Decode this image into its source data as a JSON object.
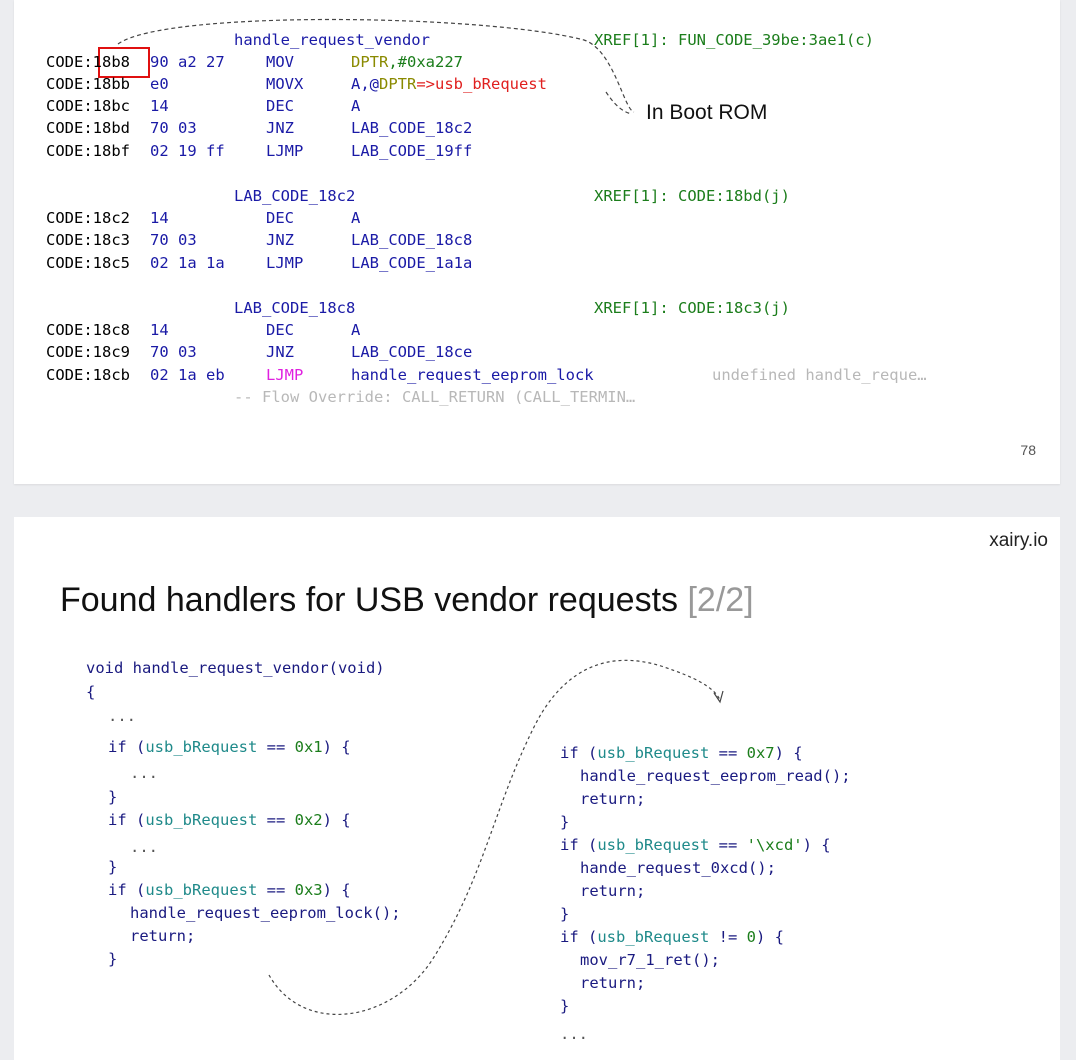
{
  "slide1": {
    "labels": {
      "vendor": "handle_request_vendor",
      "lab18c2": "LAB_CODE_18c2",
      "lab18c8": "LAB_CODE_18c8"
    },
    "xrefs": {
      "vendor": "XREF[1]: FUN_CODE_39be:3ae1(c)",
      "lab18c2": "XREF[1]: CODE:18bd(j)",
      "lab18c8": "XREF[1]: CODE:18c3(j)"
    },
    "rows": [
      {
        "addr_prefix": "CODE:",
        "addr": "18b8",
        "bytes": "90 a2 27",
        "mnemonic": "MOV",
        "op_a": "DPTR",
        "op_b": ",#0xa227"
      },
      {
        "addr_prefix": "CODE:",
        "addr": "18bb",
        "bytes": "e0",
        "mnemonic": "MOVX",
        "op_a": "A,@",
        "op_b": "DPTR=>usb_bRequest"
      },
      {
        "addr_prefix": "CODE:",
        "addr": "18bc",
        "bytes": "14",
        "mnemonic": "DEC",
        "op_a": "A",
        "op_b": ""
      },
      {
        "addr_prefix": "CODE:",
        "addr": "18bd",
        "bytes": "70 03",
        "mnemonic": "JNZ",
        "op_a": "LAB_CODE_18c2",
        "op_b": ""
      },
      {
        "addr_prefix": "CODE:",
        "addr": "18bf",
        "bytes": "02 19 ff",
        "mnemonic": "LJMP",
        "op_a": "LAB_CODE_19ff",
        "op_b": ""
      },
      {
        "addr_prefix": "CODE:",
        "addr": "18c2",
        "bytes": "14",
        "mnemonic": "DEC",
        "op_a": "A",
        "op_b": ""
      },
      {
        "addr_prefix": "CODE:",
        "addr": "18c3",
        "bytes": "70 03",
        "mnemonic": "JNZ",
        "op_a": "LAB_CODE_18c8",
        "op_b": ""
      },
      {
        "addr_prefix": "CODE:",
        "addr": "18c5",
        "bytes": "02 1a 1a",
        "mnemonic": "LJMP",
        "op_a": "LAB_CODE_1a1a",
        "op_b": ""
      },
      {
        "addr_prefix": "CODE:",
        "addr": "18c8",
        "bytes": "14",
        "mnemonic": "DEC",
        "op_a": "A",
        "op_b": ""
      },
      {
        "addr_prefix": "CODE:",
        "addr": "18c9",
        "bytes": "70 03",
        "mnemonic": "JNZ",
        "op_a": "LAB_CODE_18ce",
        "op_b": ""
      },
      {
        "addr_prefix": "CODE:",
        "addr": "18cb",
        "bytes": "02 1a eb",
        "mnemonic": "LJMP",
        "op_a": "handle_request_eeprom_lock",
        "op_b": ""
      }
    ],
    "comment_right": "undefined handle_reque…",
    "flow_override": "-- Flow Override: CALL_RETURN (CALL_TERMIN…",
    "annotation": "In Boot ROM",
    "page_number": "78"
  },
  "slide2": {
    "brand": "xairy.io",
    "title": "Found handlers for USB vendor requests",
    "title_part": "[2/2]",
    "left_code": {
      "signature": "void handle_request_vendor(void)",
      "open_brace": "{",
      "dots": "...",
      "if1": "if (usb_bRequest == 0x1) {",
      "if2": "if (usb_bRequest == 0x2) {",
      "if3": "if (usb_bRequest == 0x3) {",
      "call3": "handle_request_eeprom_lock();",
      "ret": "return;",
      "close": "}"
    },
    "right_code": {
      "if7": "if (usb_bRequest == 0x7) {",
      "call7": "handle_request_eeprom_read();",
      "ifcd": "if (usb_bRequest == '\\xcd') {",
      "callcd": "hande_request_0xcd();",
      "if0": "if (usb_bRequest != 0) {",
      "call0": "mov_r7_1_ret();",
      "ret": "return;",
      "close": "}",
      "dots": "..."
    }
  },
  "colors": {
    "blue": "#1a1aa6",
    "green": "#1b7d1b",
    "red": "#e0201f",
    "magenta": "#e020e0",
    "teal": "#1f8a8a",
    "highlight_box": "#e01010"
  }
}
